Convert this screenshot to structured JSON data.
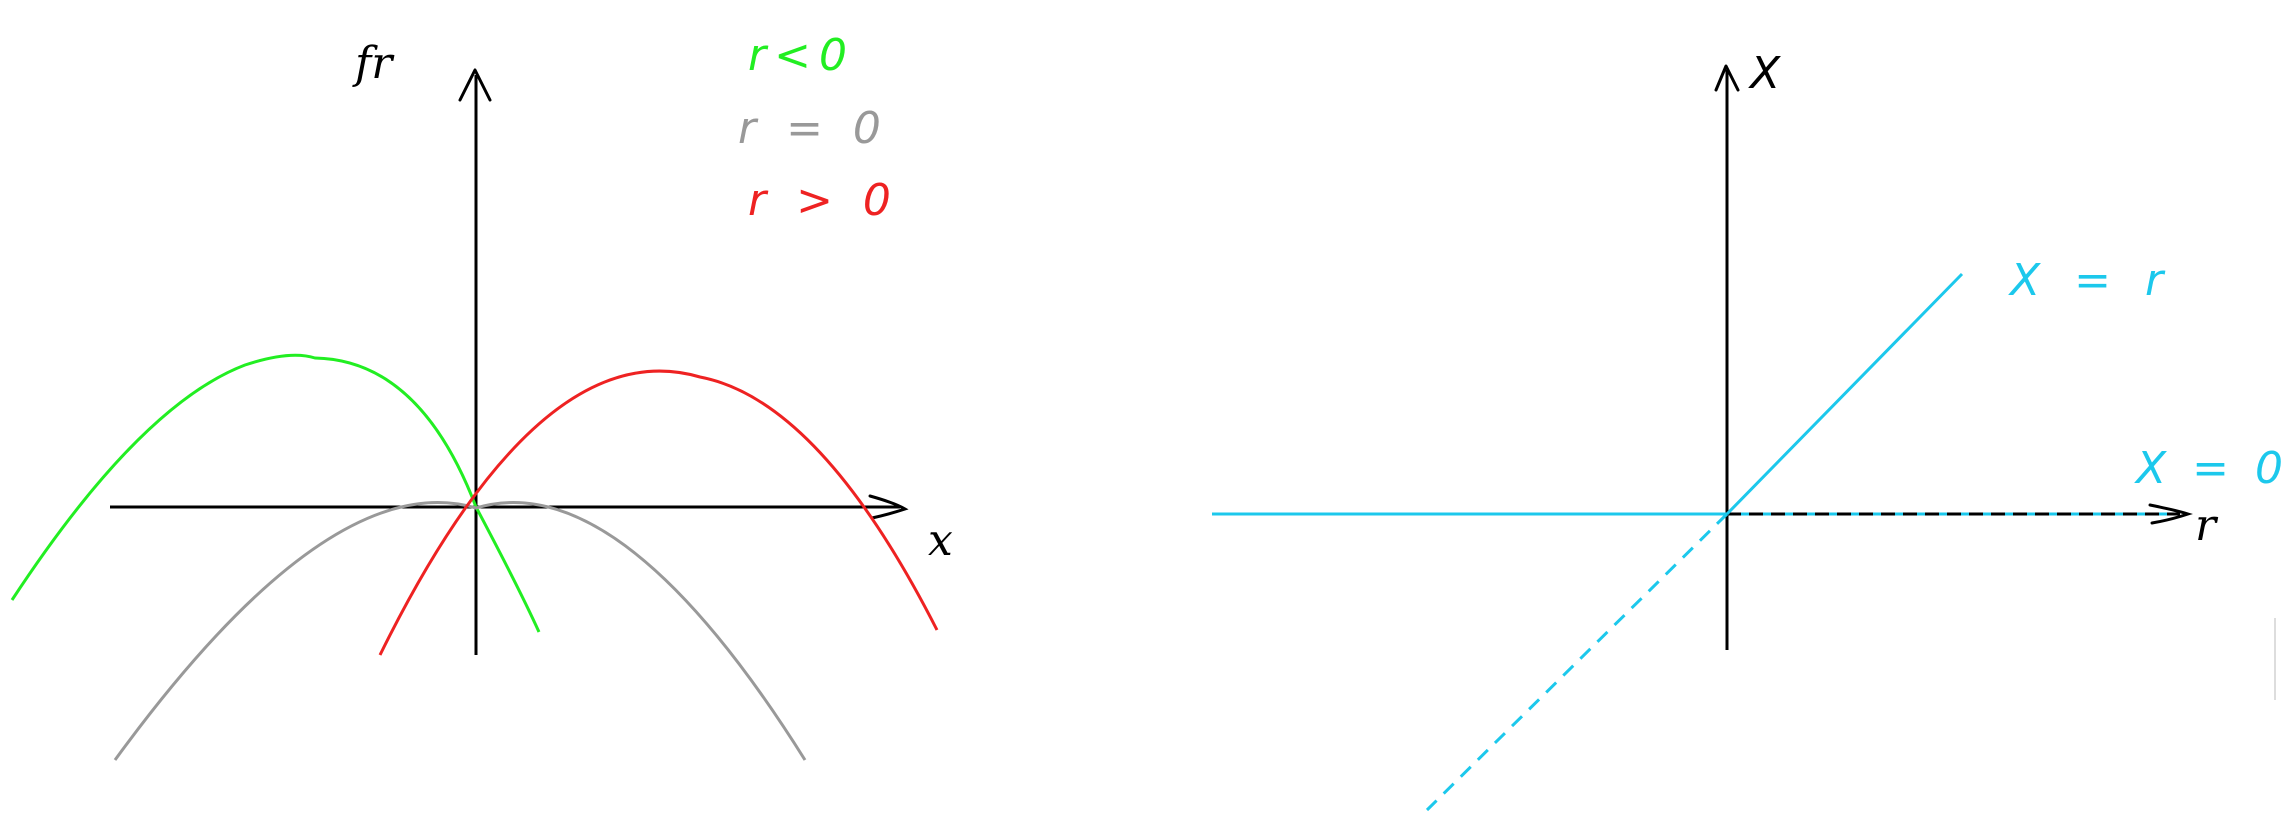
{
  "colors": {
    "background": "#ffffff",
    "axis": "#000000",
    "green": "#22ee22",
    "gray": "#999999",
    "red": "#ee2222",
    "cyan": "#1cc8ec"
  },
  "left_plot": {
    "y_axis_label": "fr",
    "x_axis_label": "x",
    "legend": [
      {
        "text": "r<0",
        "color": "#22ee22"
      },
      {
        "text": "r = 0",
        "color": "#999999"
      },
      {
        "text": "r > 0",
        "color": "#ee2222"
      }
    ]
  },
  "right_plot": {
    "y_axis_label": "X",
    "x_axis_label": "r",
    "line_labels": [
      {
        "text": "X = r",
        "color": "#1cc8ec"
      },
      {
        "text": "X = 0",
        "color": "#1cc8ec"
      }
    ]
  }
}
